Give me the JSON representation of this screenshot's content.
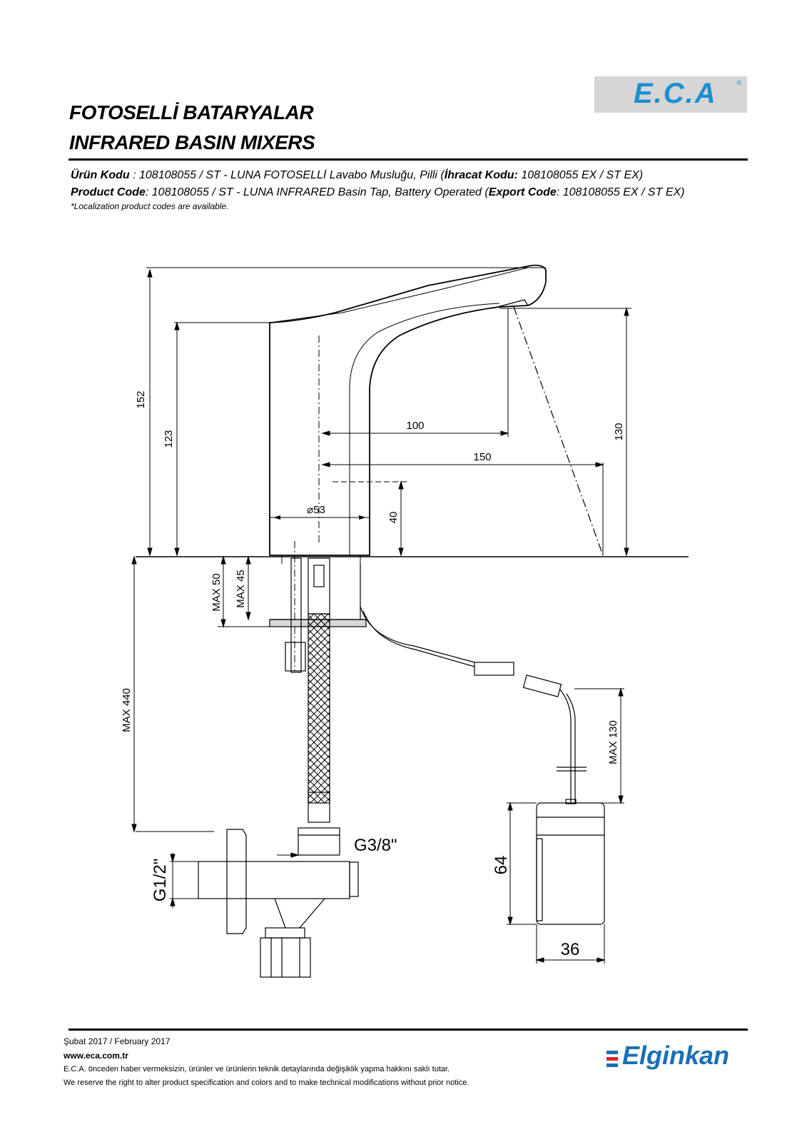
{
  "brand": {
    "logo_text": "E.C.A",
    "registered": "®"
  },
  "header": {
    "title_tr": "FOTOSELLİ BATARYALAR",
    "title_en": "INFRARED BASIN MIXERS"
  },
  "product": {
    "tr_label": "Ürün Kodu",
    "tr_value": " : 108108055 / ST - LUNA FOTOSELLİ Lavabo Musluğu, Pilli (",
    "tr_export_label": "İhracat Kodu:",
    "tr_export_value": " 108108055 EX / ST EX)",
    "en_label": "Product Code",
    "en_value": ": 108108055 / ST - LUNA INFRARED Basin Tap, Battery Operated (",
    "en_export_label": "Export Code",
    "en_export_value": ": 108108055 EX / ST EX)",
    "localization_note": "*Localization product codes are available."
  },
  "dimensions": {
    "d152": "152",
    "d123": "123",
    "d130": "130",
    "d100": "100",
    "d150": "150",
    "d40": "40",
    "d53": "⌀53",
    "max50": "MAX 50",
    "max45": "MAX 45",
    "max440": "MAX 440",
    "max130": "MAX 130",
    "g38": "G3/8\"",
    "g12": "G1/2\"",
    "d64": "64",
    "d36": "36"
  },
  "footer": {
    "date": "Şubat 2017 / February 2017",
    "website": "www.eca.com.tr",
    "notice_tr": "E.C.A. önceden haber vermeksizin, ürünler ve ürünlerin teknik detaylarında değişiklik yapma hakkını saklı tutar.",
    "notice_en": "We reserve the right to alter product specification and colors and to make technical modifications without prior notice.",
    "partner_logo": "Elginkan"
  }
}
